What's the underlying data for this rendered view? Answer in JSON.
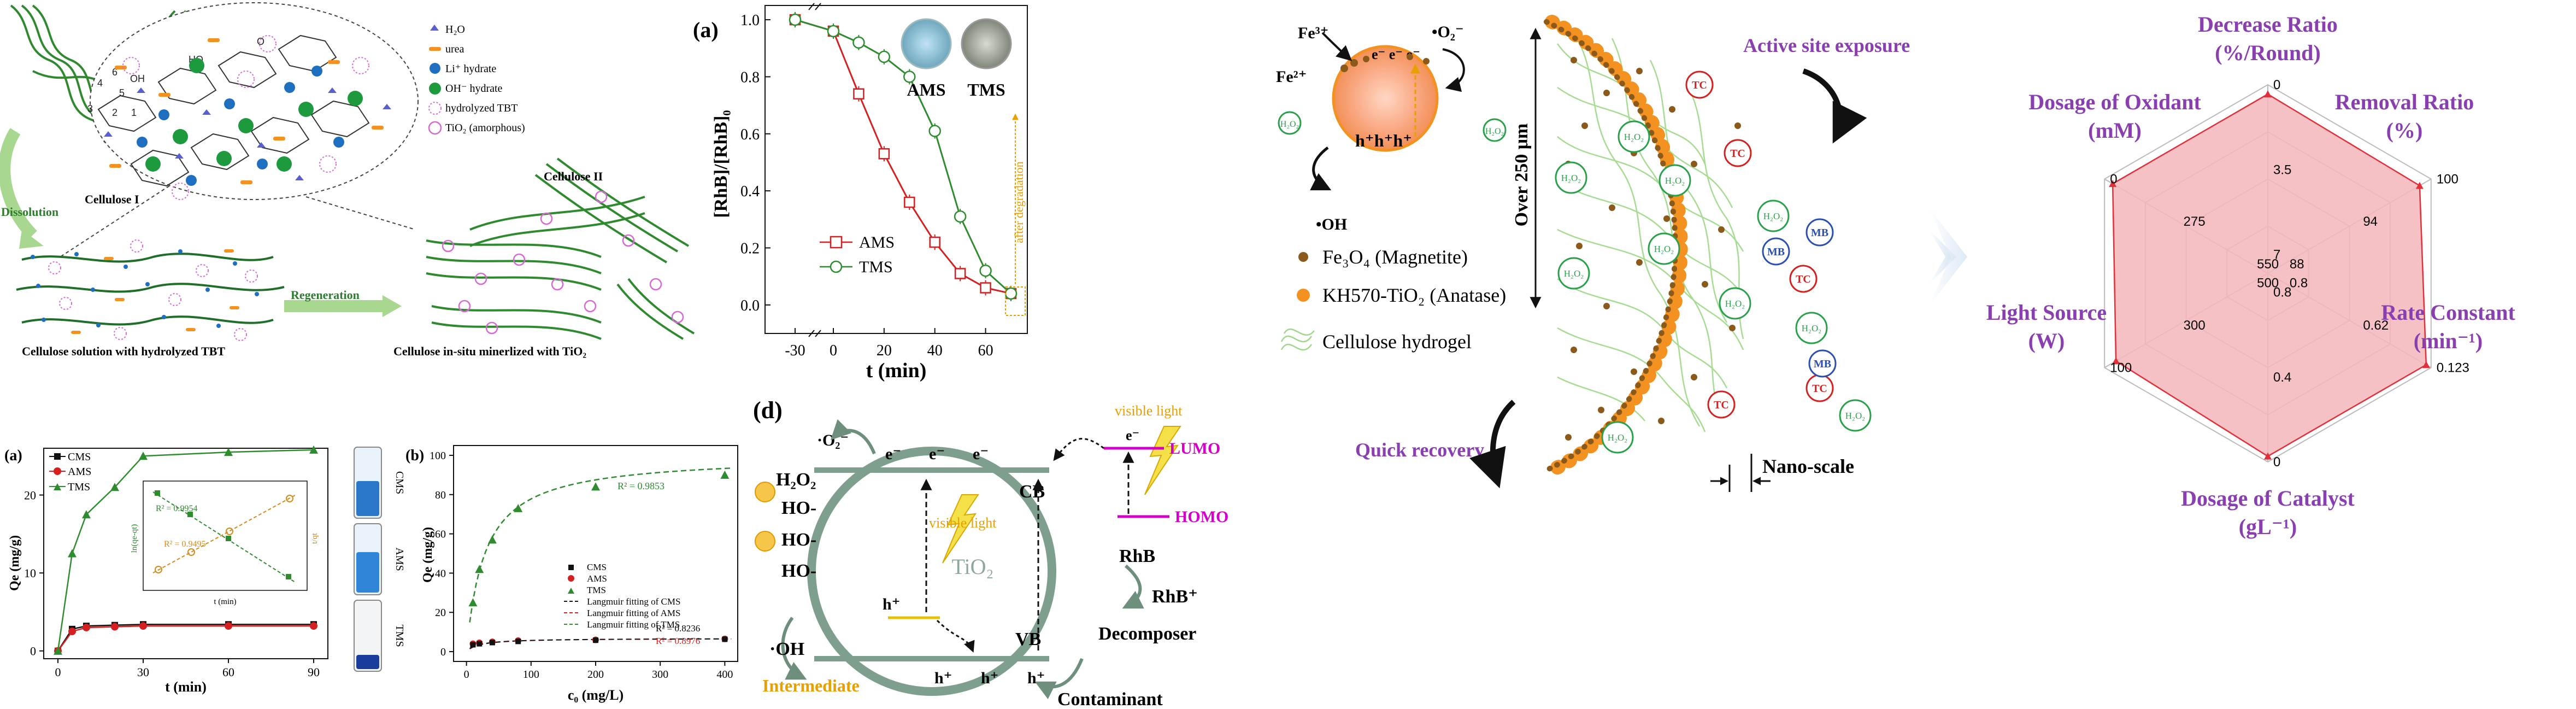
{
  "colors": {
    "cellulose_green": "#2f8a2f",
    "tio2_pink": "#d46bd0",
    "ams_red": "#d42020",
    "tms_green": "#2e8b2e",
    "cms_black": "#111111",
    "radar_fill": "#f4b6bb",
    "radar_line": "#e0303a",
    "purple": "#8a3fb0",
    "orange": "#f39220",
    "brown_dot": "#8b5a1a",
    "lumo_magenta": "#d400c8",
    "visible_light_orange": "#e8a000"
  },
  "p1": {
    "cellulose1": "Cellulose I",
    "cellulose2": "Cellulose II",
    "dissolution": "Dissolution",
    "regeneration": "Regeneration",
    "cap_left": "Cellulose solution with hydrolyzed TBT",
    "cap_right": "Cellulose in-situ minerlized with TiO₂",
    "legend": [
      "H₂O",
      "urea",
      "Li⁺ hydrate",
      "OH⁻ hydrate",
      "hydrolyzed TBT",
      "TiO₂ (amorphous)"
    ],
    "ring_nums": [
      "4",
      "6",
      "5",
      "3",
      "2",
      "1"
    ],
    "ring_oh": [
      "OH",
      "HO",
      "O"
    ]
  },
  "p2": {
    "panel_a": "(a)",
    "panel_b": "(b)",
    "a_ylabel": "Qe (mg/g)",
    "a_xlabel": "t (min)",
    "a_legend": [
      "CMS",
      "AMS",
      "TMS"
    ],
    "inset_ylabel_left": "ln(qe-qt)",
    "inset_ylabel_right": "t/qt",
    "inset_xlabel": "t (min)",
    "inset_r2_1": "R² = 0.9954",
    "inset_r2_2": "R² = 0.9495",
    "vials": [
      "CMS",
      "AMS",
      "TMS"
    ],
    "b_ylabel": "Qe (mg/g)",
    "b_xlabel": "c₀ (mg/L)",
    "b_legend": [
      "CMS",
      "AMS",
      "TMS",
      "Langmuir fitting of CMS",
      "Langmuir fitting of AMS",
      "Langmuir fitting of TMS"
    ],
    "b_r2_tms": "R² = 0.9853",
    "b_r2_cms": "R² = 0.8236",
    "b_r2_ams": "R² = 0.8976"
  },
  "p3": {
    "panel_a": "(a)",
    "ylabel": "[RhB]/[RhB]₀",
    "xlabel": "t (min)",
    "legend": [
      "AMS",
      "TMS"
    ],
    "vial_labels": [
      "AMS",
      "TMS"
    ],
    "after": "after degradation"
  },
  "p4": {
    "panel_d": "(d)",
    "h2o2": "H₂O₂",
    "o2": "·O₂⁻",
    "ho": [
      "HO-",
      "HO-",
      "HO-"
    ],
    "oh": "·OH",
    "intermediate": "Intermediate",
    "tio2": "TiO₂",
    "cb": "CB",
    "vb": "VB",
    "e": [
      "e⁻",
      "e⁻",
      "e⁻"
    ],
    "h": [
      "h⁺",
      "h⁺",
      "h⁺"
    ],
    "h_single": "h⁺",
    "visible_light": "visible light",
    "visible_light_top": "visible light",
    "lumo": "LUMO",
    "homo": "HOMO",
    "rhb": "RhB",
    "rhb_plus": "RhB⁺",
    "decomposer": "Decomposer",
    "contaminant": "Contaminant",
    "e_lumo": "e⁻"
  },
  "p5": {
    "fe3": "Fe³⁺",
    "fe2": "Fe²⁺",
    "o2": "•O₂⁻",
    "oh": "•OH",
    "e_row": "e⁻ e⁻ e⁻",
    "h_row": "h⁺h⁺h⁺",
    "h2o2": "H₂O₂",
    "over": "Over 250 μm",
    "legend_fe3o4": "Fe₃O₄ (Magnetite)",
    "legend_tio2": "KH570-TiO₂ (Anatase)",
    "legend_hydrogel": "Cellulose hydrogel",
    "active": "Active site exposure",
    "quick": "Quick recovery",
    "nano": "Nano-scale",
    "tc": "TC",
    "mb": "MB"
  },
  "p6": {
    "axes": [
      {
        "label1": "Decrease Ratio",
        "label2": "(%/Round)"
      },
      {
        "label1": "Removal Ratio",
        "label2": "(%)"
      },
      {
        "label1": "Rate Constant",
        "label2": "(min⁻¹)"
      },
      {
        "label1": "Dosage of Catalyst",
        "label2": "(gL⁻¹)"
      },
      {
        "label1": "Light Source",
        "label2": "(W)"
      },
      {
        "label1": "Dosage of Oxidant",
        "label2": "(mM)"
      }
    ],
    "ticks": [
      [
        "0",
        "3.5",
        "7"
      ],
      [
        "100",
        "94",
        "88"
      ],
      [
        "0.123",
        "0.62",
        "0.8"
      ],
      [
        "0",
        "0.4",
        "0.8"
      ],
      [
        "100",
        "300",
        "500"
      ],
      [
        "0",
        "275",
        "550"
      ]
    ],
    "values": [
      0.95,
      0.93,
      0.97,
      0.97,
      0.93,
      0.95
    ]
  }
}
